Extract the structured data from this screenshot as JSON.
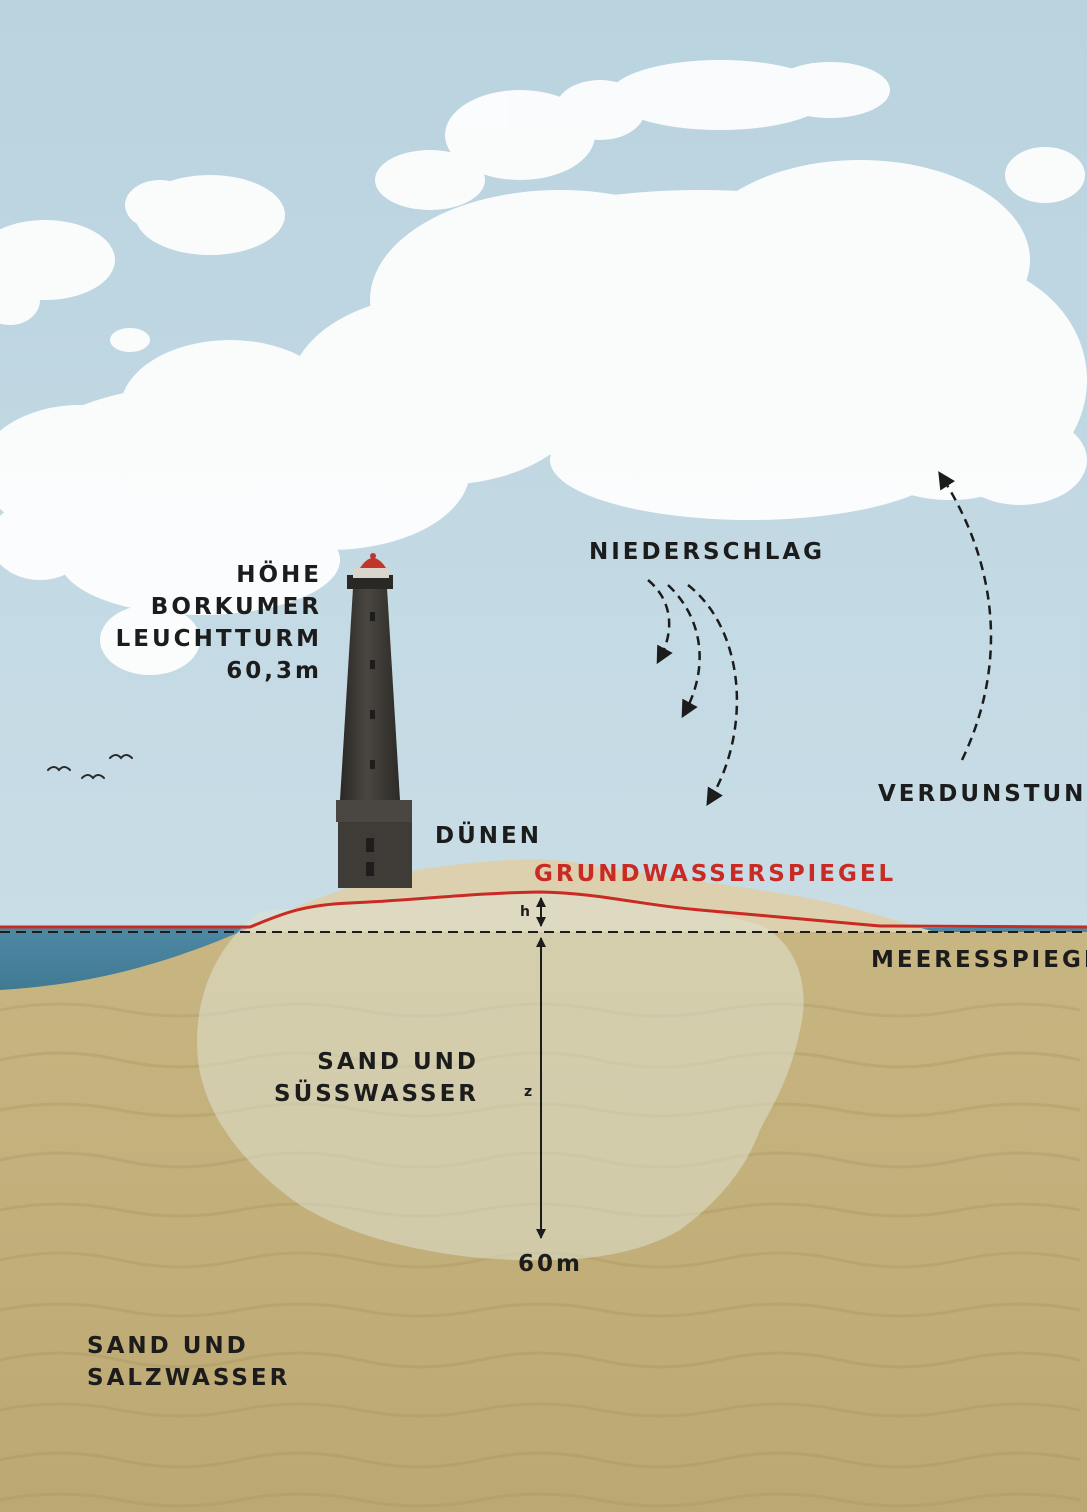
{
  "labels": {
    "lighthouse_height": [
      "HÖHE",
      "BORKUMER",
      "LEUCHTTURM",
      "60,3m"
    ],
    "precipitation": "NIEDERSCHLAG",
    "evaporation": "VERDUNSTUNG",
    "dunes": "DÜNEN",
    "groundwater_level": "GRUNDWASSERSPIEGEL",
    "sea_level": "MEERESSPIEGEL",
    "h": "h",
    "z": "z",
    "depth": "60m",
    "fresh_water": [
      "SAND UND",
      "SÜSSWASSER"
    ],
    "salt_water": [
      "SAND UND",
      "SALZWASSER"
    ]
  },
  "colors": {
    "sky": "#c6dbe5",
    "cloud": "#ffffff",
    "sea": "#4f8aa6",
    "sand": "#c3b07e",
    "dune": "#ddd0ae",
    "fresh_water_lens": "#d2d6c6",
    "groundwater_line": "#c92a23",
    "lighthouse": "#3d3a35",
    "lighthouse_lantern": "#c0362b",
    "text": "#1c1c1c"
  },
  "icons": [
    "bird-icon",
    "arrow-icon"
  ]
}
